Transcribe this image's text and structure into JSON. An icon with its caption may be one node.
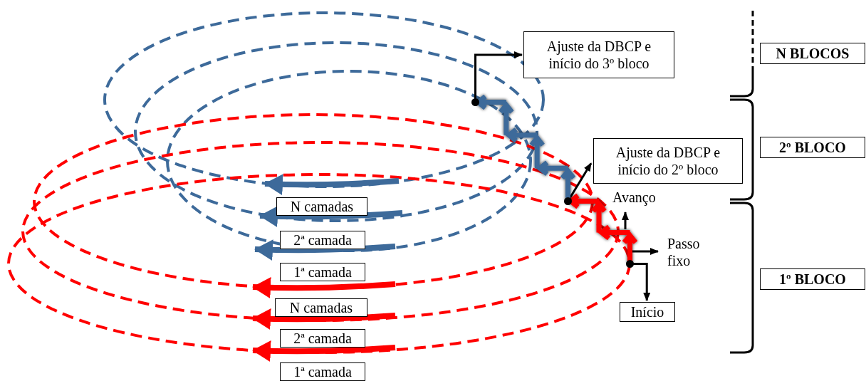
{
  "diagram": {
    "nodes": [
      {
        "text": [
          "Ajuste da DBCP e início do 3º bloco"
        ]
      },
      {
        "text": [
          "Ajuste da DBCP e início do 2º bloco"
        ]
      },
      {
        "text": [
          "Início"
        ]
      },
      {
        "text": [],
        "shape": "circle"
      },
      {
        "text": [],
        "shape": "circle"
      },
      {
        "text": [],
        "shape": "circle"
      },
      {
        "text": [
          "N BLOCOS"
        ]
      },
      {
        "text": [
          "2º BLOCO"
        ]
      },
      {
        "text": [
          "1º BLOCO"
        ]
      },
      {
        "text": [
          "N camadas"
        ]
      },
      {
        "text": [
          "2ª camada"
        ]
      },
      {
        "text": [
          "1ª camada"
        ]
      },
      {
        "text": [
          "N camadas"
        ]
      },
      {
        "text": [
          "2ª camada"
        ]
      },
      {
        "text": [
          "1ª camada"
        ]
      }
    ],
    "edges": [
      {
        "from": 3,
        "to": 0,
        "arrow": "to"
      },
      {
        "from": 4,
        "to": 1,
        "arrow": "to"
      },
      {
        "from": 5,
        "to": 2,
        "arrow": "to"
      },
      {
        "from": 5,
        "to": 4,
        "arrow": "to",
        "style": "thick",
        "color": "#ff0000"
      },
      {
        "from": 4,
        "to": 3,
        "arrow": "to",
        "style": "thick",
        "color": "#3d6a9a"
      }
    ],
    "labels": [
      "Avanço",
      "Passo fixo"
    ]
  }
}
